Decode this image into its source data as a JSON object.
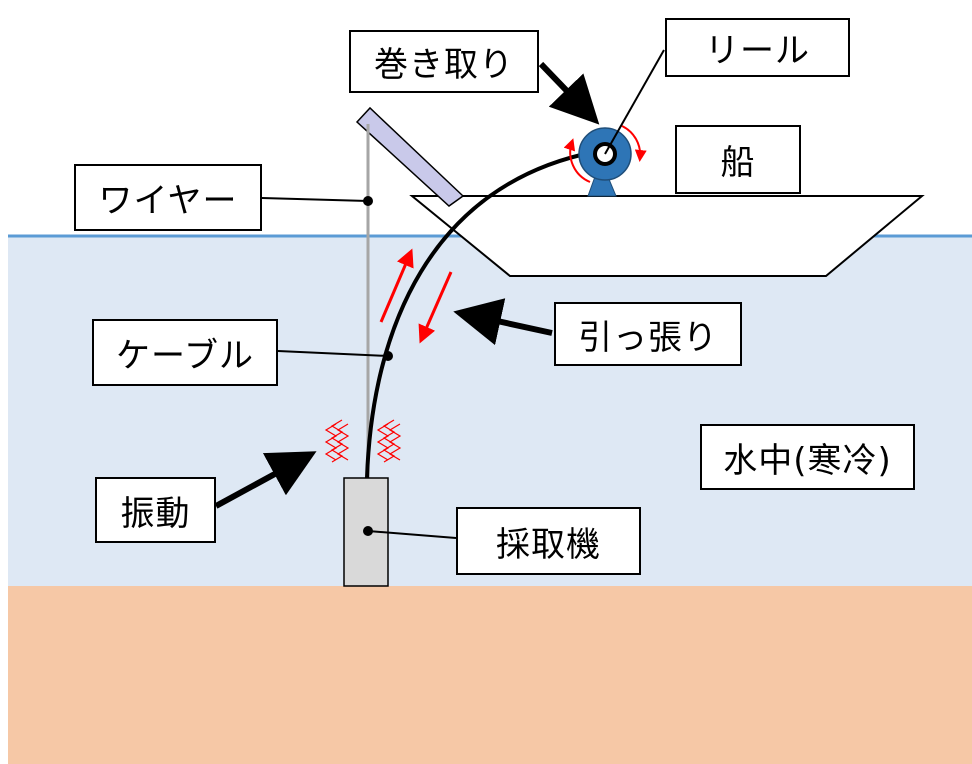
{
  "labels": {
    "winding": "巻き取り",
    "reel": "リール",
    "boat": "船",
    "wire": "ワイヤー",
    "pulling": "引っ張り",
    "cable": "ケーブル",
    "underwater": "水中(寒冷)",
    "vibration": "振動",
    "sampler": "採取機"
  },
  "colors": {
    "water": "#dee8f4",
    "water_line": "#5b9bd5",
    "seabed": "#f6c8a6",
    "reel": "#2e75b6",
    "arrow_red": "#ff0000",
    "sampler": "#d9d9d9",
    "wire": "#a6a6a6",
    "cable": "#000000",
    "arm": "#c9c9ea"
  }
}
